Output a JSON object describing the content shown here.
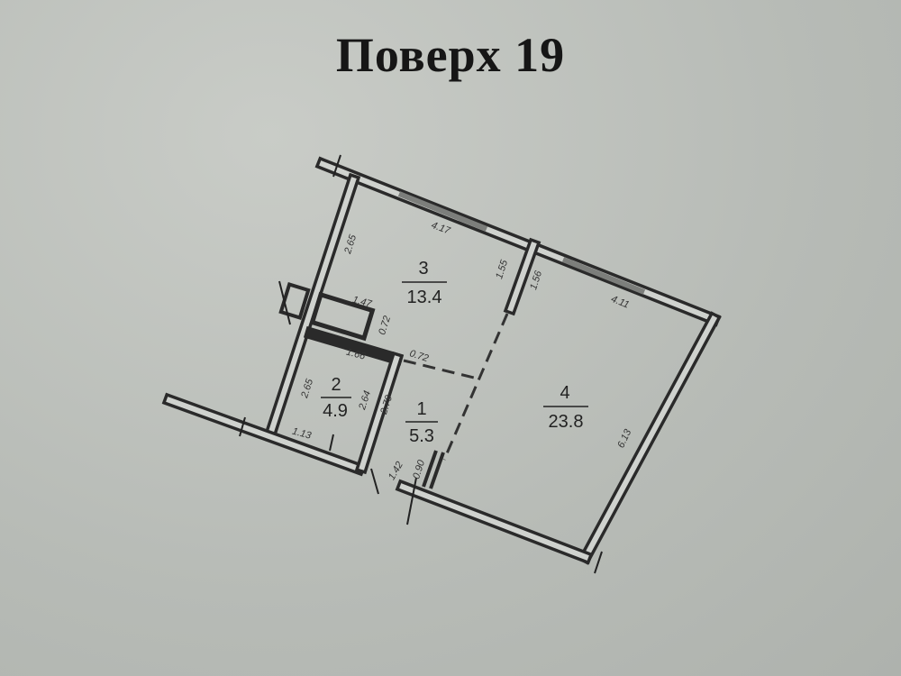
{
  "title": "Поверх 19",
  "rooms": [
    {
      "number": "1",
      "area": "5.3"
    },
    {
      "number": "2",
      "area": "4.9"
    },
    {
      "number": "3",
      "area": "13.4"
    },
    {
      "number": "4",
      "area": "23.8"
    }
  ],
  "dimensions": {
    "room3_top": "4.17",
    "room3_left": "2.65",
    "partition_left": "1.55",
    "partition_right": "1.56",
    "room4_top": "4.11",
    "shaft_top": "1.47",
    "shaft_side": "0.72",
    "room2_top": "1.66",
    "corridor_opening": "0.72",
    "room2_left": "2.65",
    "room2_right": "2.64",
    "room1_left": "2.79",
    "room2_bottom": "1.13",
    "entrance": "1.42",
    "door": "0.90",
    "room4_right": "6.13"
  }
}
